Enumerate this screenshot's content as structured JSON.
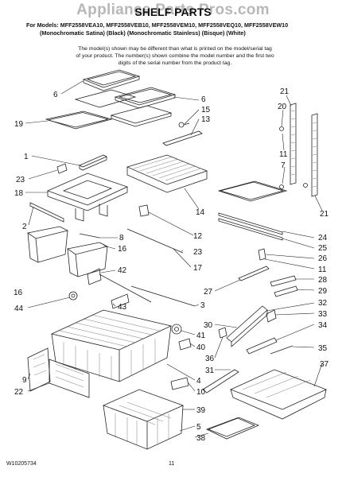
{
  "watermark": "Appliance Parts Pros.com",
  "title": "SHELF PARTS",
  "models_line": "For Models: MFF2558VEA10, MFF2558VEB10, MFF2558VEM10, MFF2558VEQ10, MFF2558VEW10",
  "variants_line": "(Monochromatic Satina)  (Black) (Monochromatic Stainless)  (Bisque)          (White)",
  "note": "The model(s) shown may be different than what is printed on the model/serial tag of your product. The number(s) shown combine the model number and the first two digits of the serial number from the product tag.",
  "footer": {
    "doc_number": "W10205734",
    "page": "11"
  },
  "callouts": {
    "c6a": "6",
    "c6b": "6",
    "c15": "15",
    "c13": "13",
    "c19": "19",
    "c21a": "21",
    "c20": "20",
    "c11a": "11",
    "c7": "7",
    "c21b": "21",
    "c1": "1",
    "c23a": "23",
    "c18": "18",
    "c14": "14",
    "c2": "2",
    "c8": "8",
    "c12": "12",
    "c24": "24",
    "c25": "25",
    "c23b": "23",
    "c16a": "16",
    "c16b": "16",
    "c17": "17",
    "c26": "26",
    "c11b": "11",
    "c27": "27",
    "c28": "28",
    "c29": "29",
    "c42": "42",
    "c3": "3",
    "c44": "44",
    "c43": "43",
    "c30": "30",
    "c32": "32",
    "c33": "33",
    "c34": "34",
    "c41": "41",
    "c40": "40",
    "c36": "36",
    "c35": "35",
    "c9": "9",
    "c31": "31",
    "c37": "37",
    "c22": "22",
    "c4": "4",
    "c10": "10",
    "c39": "39",
    "c5": "5",
    "c38": "38"
  }
}
